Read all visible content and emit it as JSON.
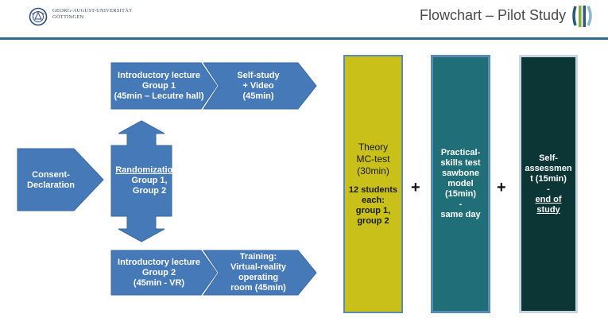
{
  "header": {
    "university_line1": "GEORG-AUGUST-UNIVERSITÄT",
    "university_line2": "GÖTTINGEN",
    "title": "Flowchart – Pilot Study"
  },
  "colors": {
    "shape_blue": "#4579b8",
    "shape_border": "#3a6aa3",
    "theory_box": "#c9c01a",
    "practical_box": "#1f6e78",
    "self_box": "#0c3536",
    "header_rule": "#2f6a8e"
  },
  "flow": {
    "consent": {
      "line1": "Consent-",
      "line2": "Declaration"
    },
    "randomization": {
      "label": "Randomization",
      "colon": " :",
      "line2": "Group 1,",
      "line3": "Group 2"
    },
    "group1_lecture": {
      "line1": "Introductory lecture",
      "line2": "Group 1",
      "line3": "(45min – Lecutre hall)"
    },
    "group1_selfstudy": {
      "line1": "Self-study",
      "line2": "+ Video",
      "line3": "(45min)"
    },
    "group2_lecture": {
      "line1": "Introductory lecture",
      "line2": "Group 2",
      "line3": "(45min - VR)"
    },
    "group2_training": {
      "line1": "Training:",
      "line2": "Virtual-reality",
      "line3": "operating",
      "line4": "room (45min)"
    },
    "theory": {
      "line1": "Theory",
      "line2": "MC-test",
      "line3": "(30min)",
      "line4": "12 students",
      "line5": "each:",
      "line6": "group 1,",
      "line7": "group 2"
    },
    "practical": {
      "line1": "Practical-",
      "line2": "skills test",
      "line3": "sawbone",
      "line4": "model",
      "line5": "(15min)",
      "line6": "-",
      "line7": "same day"
    },
    "self_assessment": {
      "line1": "Self-",
      "line2": "assessmen",
      "line3": "t (15min)",
      "line4": "-",
      "line5": "end of",
      "line6": "study"
    },
    "plus1": "+",
    "plus2": "+"
  },
  "icons": [
    "university-seal-icon",
    "stripes-logo-icon"
  ]
}
